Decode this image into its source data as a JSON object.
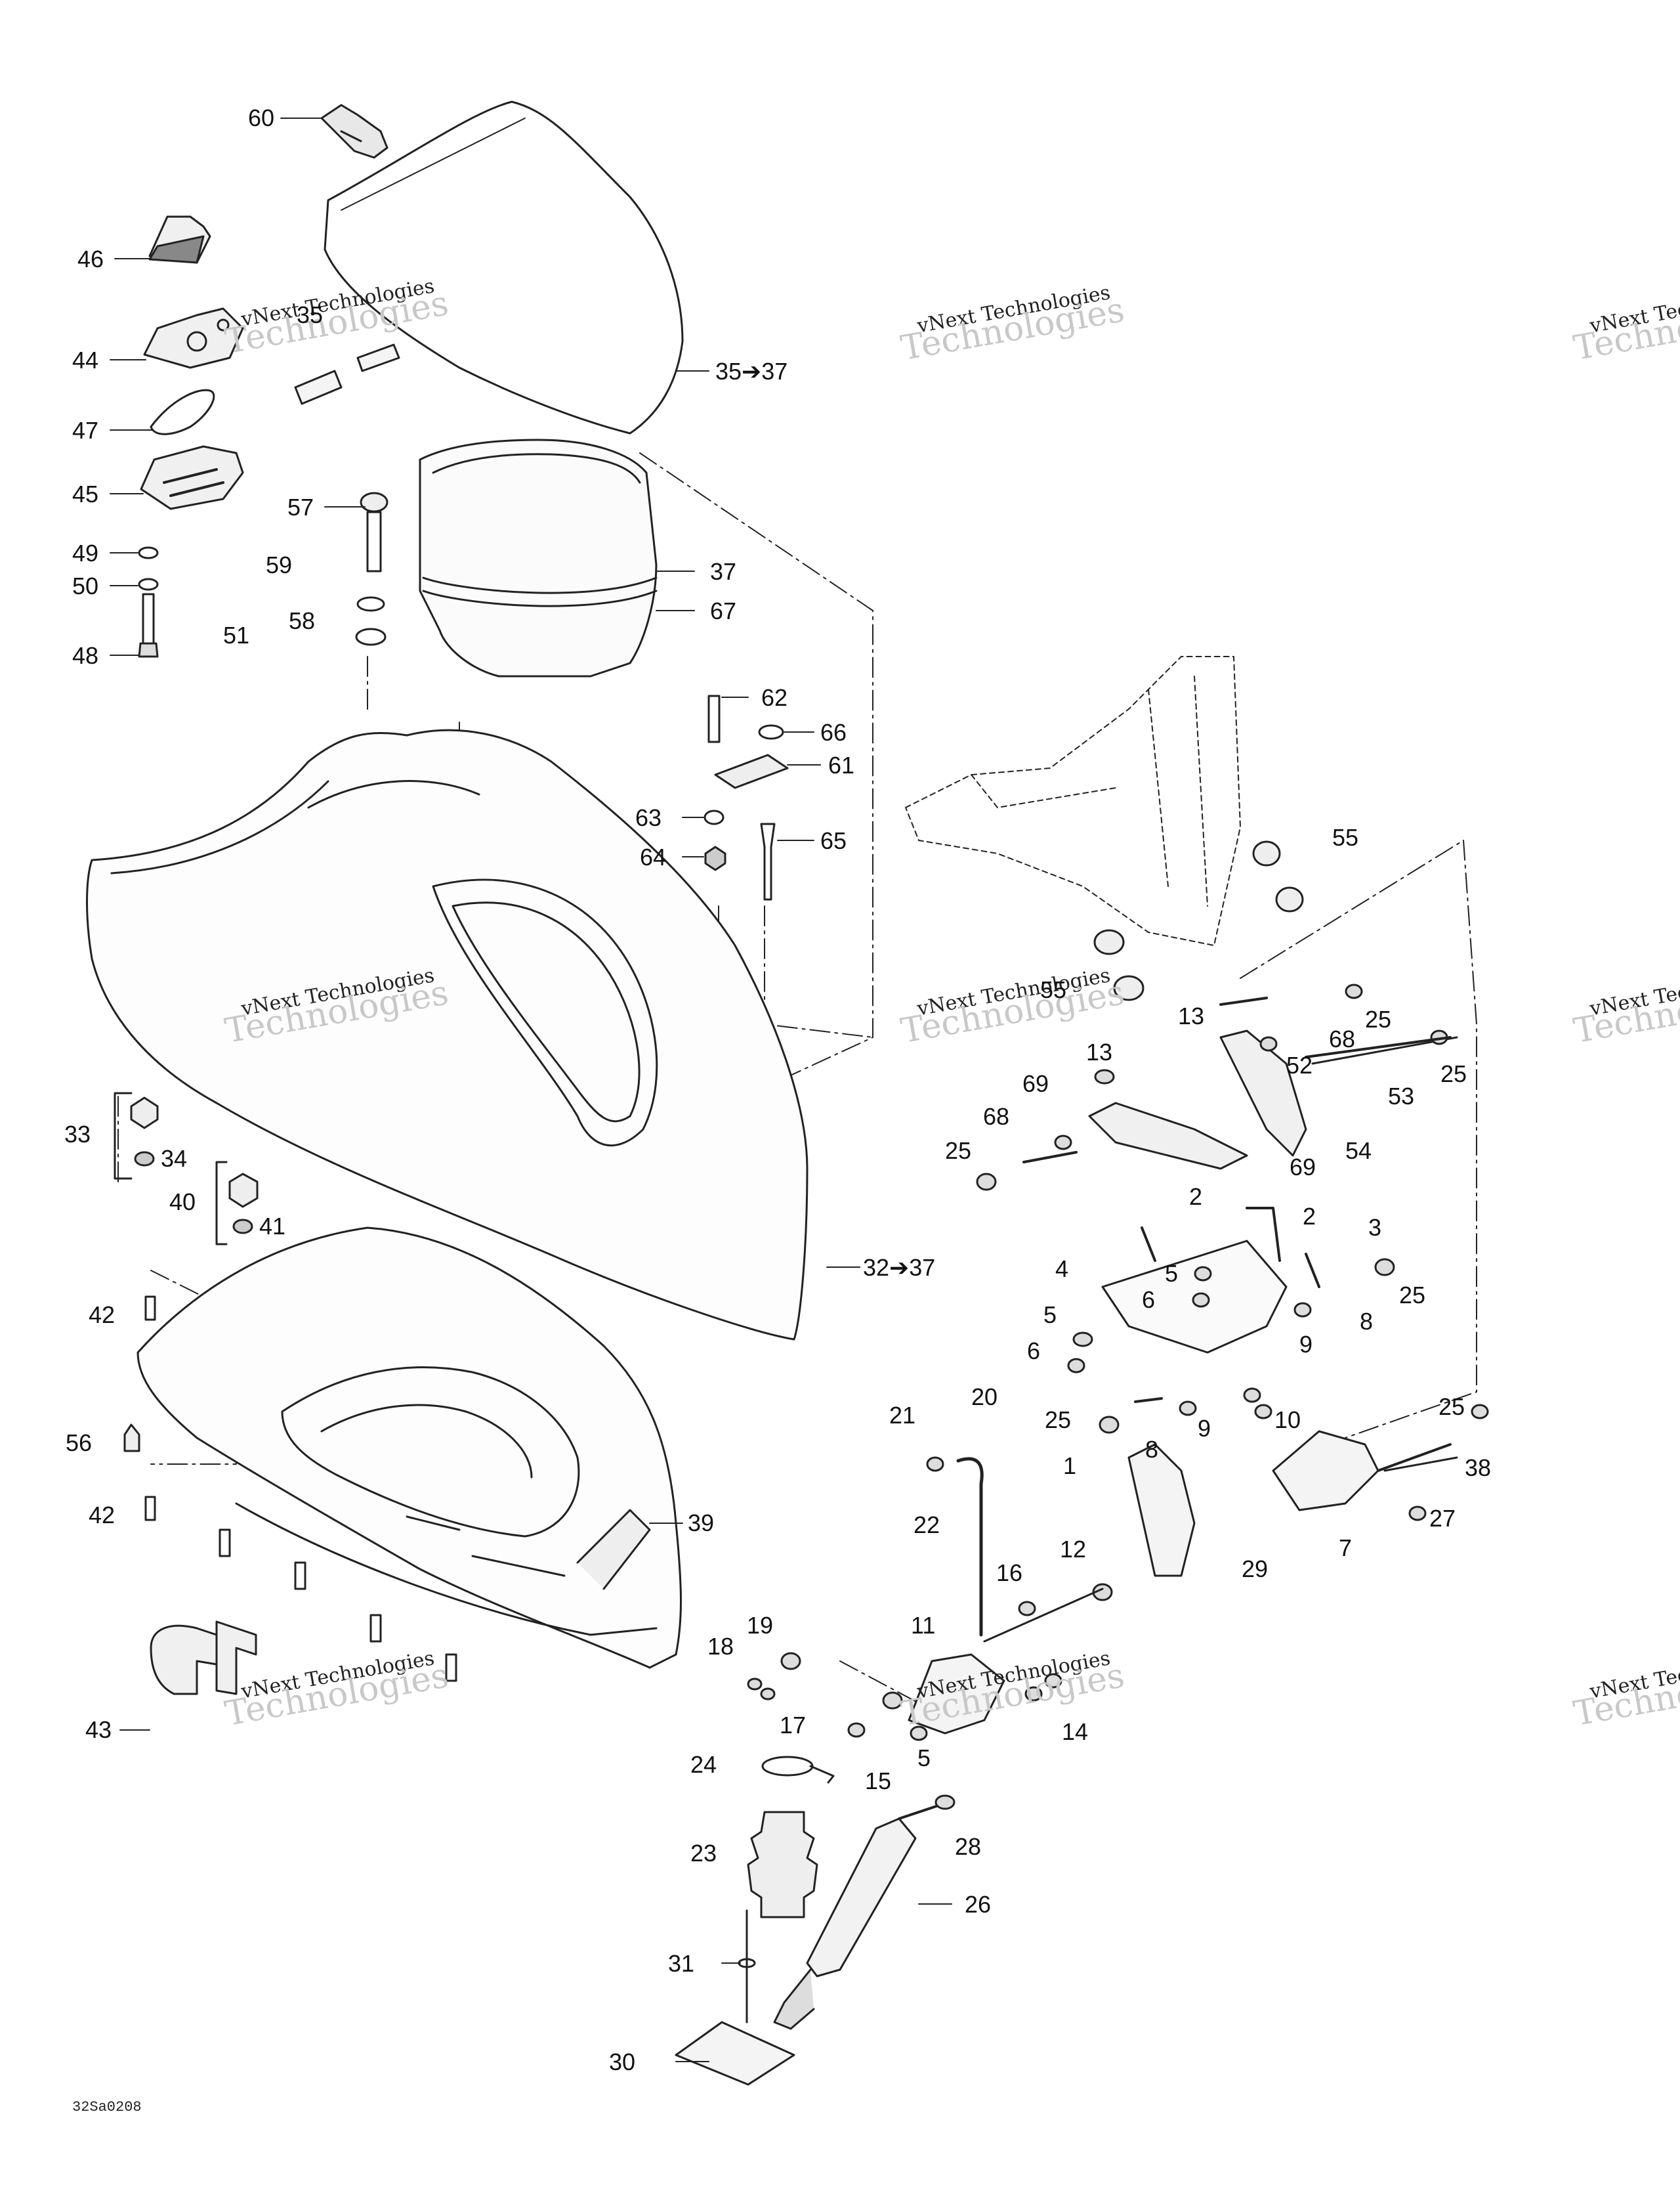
{
  "diagram": {
    "drawing_code": "32Sa0208",
    "watermark_line1": "vNext Technologies",
    "watermark_line2": "Technologies",
    "labels": [
      "60",
      "46",
      "44",
      "47",
      "45",
      "49",
      "50",
      "48",
      "51",
      "35",
      "35➔37",
      "57",
      "59",
      "58",
      "37",
      "67",
      "62",
      "66",
      "61",
      "63",
      "64",
      "65",
      "55",
      "55",
      "13",
      "52",
      "68",
      "25",
      "25",
      "53",
      "54",
      "13",
      "69",
      "68",
      "25",
      "69",
      "2",
      "2",
      "3",
      "4",
      "5",
      "6",
      "5",
      "6",
      "8",
      "25",
      "9",
      "10",
      "9",
      "8",
      "25",
      "25",
      "38",
      "27",
      "7",
      "1",
      "29",
      "12",
      "20",
      "21",
      "22",
      "16",
      "11",
      "19",
      "18",
      "17",
      "5",
      "14",
      "15",
      "24",
      "23",
      "28",
      "26",
      "31",
      "30",
      "33",
      "34",
      "40",
      "41",
      "42",
      "56",
      "42",
      "39",
      "43",
      "32➔37"
    ]
  }
}
